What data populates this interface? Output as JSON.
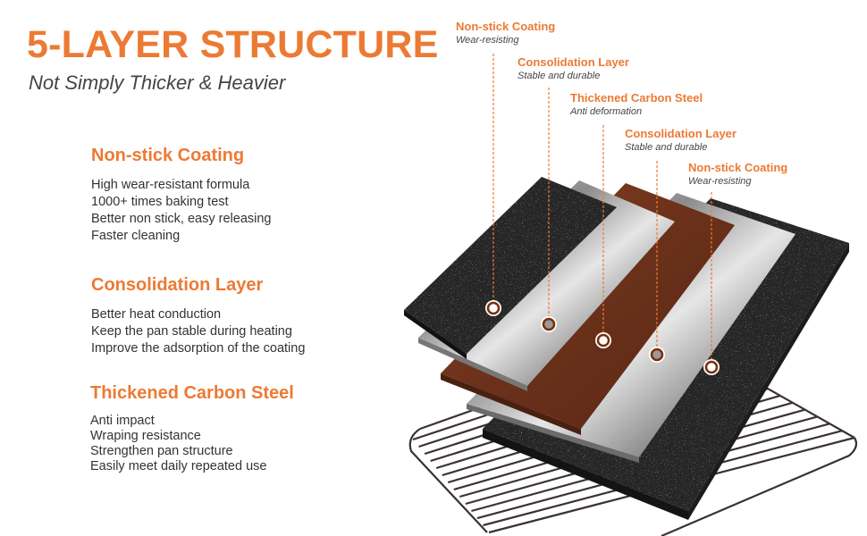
{
  "header": {
    "title": "5-LAYER STRUCTURE",
    "subtitle": "Not Simply Thicker & Heavier"
  },
  "sections": [
    {
      "heading": "Non-stick Coating",
      "points": [
        "High wear-resistant formula",
        "1000+ times baking test",
        "Better non stick, easy releasing",
        "Faster cleaning"
      ]
    },
    {
      "heading": "Consolidation Layer",
      "points": [
        "Better heat conduction",
        "Keep the pan stable during heating",
        "Improve the adsorption of the coating"
      ]
    },
    {
      "heading": "Thickened Carbon Steel",
      "points": [
        "Anti impact",
        "Wraping resistance",
        "Strengthen pan structure",
        "Easily meet daily repeated use"
      ]
    }
  ],
  "callouts": [
    {
      "title": "Non-stick Coating",
      "subtitle": "Wear-resisting"
    },
    {
      "title": "Consolidation Layer",
      "subtitle": "Stable and durable"
    },
    {
      "title": "Thickened Carbon Steel",
      "subtitle": "Anti deformation"
    },
    {
      "title": "Consolidation Layer",
      "subtitle": "Stable and durable"
    },
    {
      "title": "Non-stick Coating",
      "subtitle": "Wear-resisting"
    }
  ],
  "layers": [
    {
      "name": "non-stick-coating-top",
      "material": "granite"
    },
    {
      "name": "consolidation-layer-top",
      "material": "steel"
    },
    {
      "name": "thickened-carbon-steel",
      "material": "carbon"
    },
    {
      "name": "consolidation-layer-bottom",
      "material": "steel"
    },
    {
      "name": "non-stick-coating-bottom",
      "material": "granite"
    }
  ],
  "colors": {
    "accent": "#ec7a34",
    "text": "#333333",
    "granite": "#2a2a2a",
    "steel": "#b9b9b9",
    "carbon": "#7a3a1c",
    "rack": "#3a3330"
  }
}
